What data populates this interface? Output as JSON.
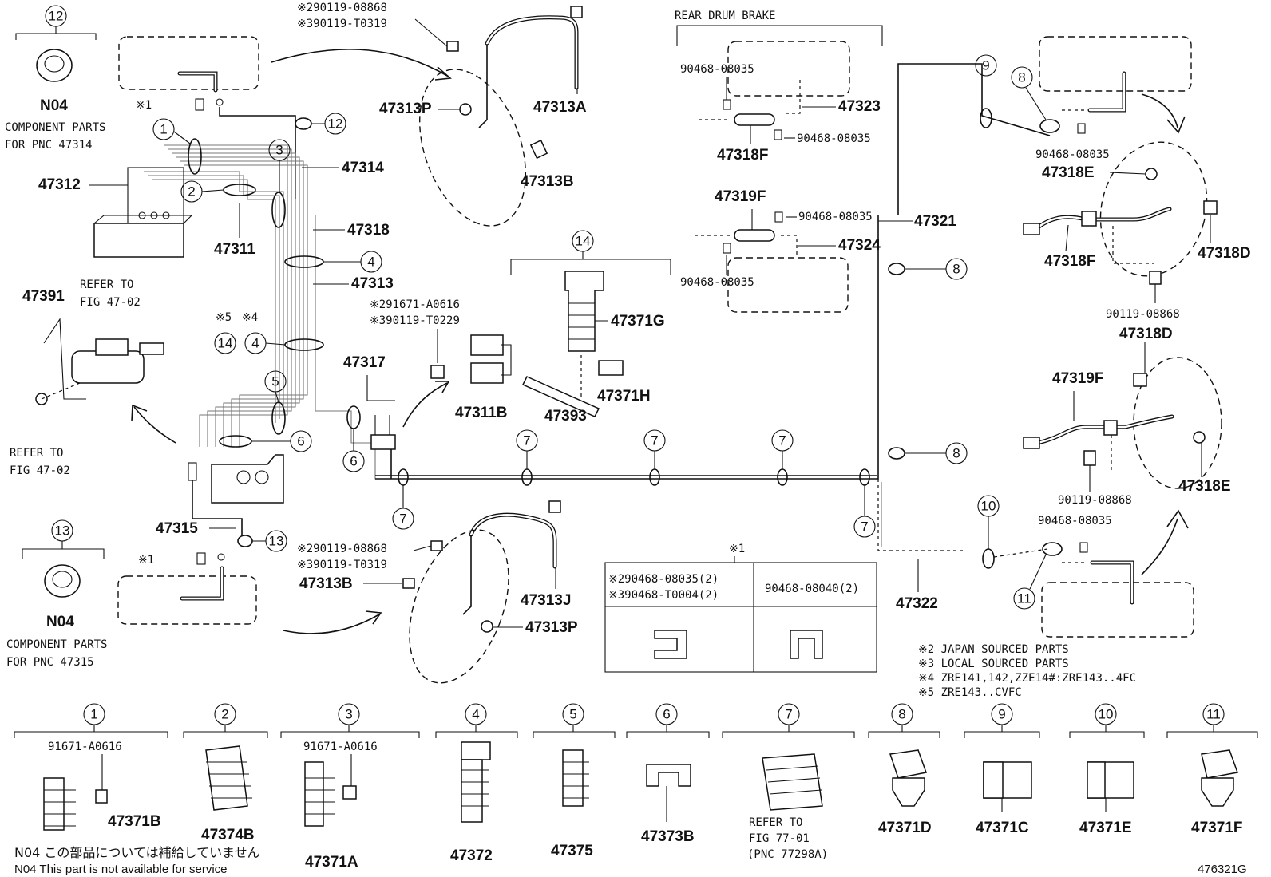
{
  "figure_code": "476321G",
  "callouts": {
    "c1": "1",
    "c2": "2",
    "c3": "3",
    "c4": "4",
    "c5": "5",
    "c6": "6",
    "c7": "7",
    "c8": "8",
    "c9": "9",
    "c10": "10",
    "c11": "11",
    "c12": "12",
    "c13": "13",
    "c14": "14"
  },
  "labels": {
    "n04": "N04",
    "component_parts": "COMPONENT PARTS",
    "for_pnc_47314": "FOR PNC 47314",
    "for_pnc_47315": "FOR PNC 47315",
    "refer_to": "REFER TO",
    "fig_47_02": "FIG 47-02",
    "fig_77_01": "FIG 77-01",
    "pnc_77298a": "(PNC 77298A)",
    "rear_drum_brake": "REAR DRUM BRAKE",
    "note1": "※1",
    "note5": "※5",
    "note4": "※4"
  },
  "parts": {
    "p47312": "47312",
    "p47311": "47311",
    "p47314": "47314",
    "p47318": "47318",
    "p47313": "47313",
    "p47317": "47317",
    "p47315": "47315",
    "p47391": "47391",
    "p47313P_a": "47313P",
    "p47313A": "47313A",
    "p47313B_a": "47313B",
    "p47313B_b": "47313B",
    "p47313J": "47313J",
    "p47313P_b": "47313P",
    "p47311B": "47311B",
    "p47371G": "47371G",
    "p47371H": "47371H",
    "p47393": "47393",
    "p47323": "47323",
    "p47318F_a": "47318F",
    "p47319F_a": "47319F",
    "p47324": "47324",
    "p47321": "47321",
    "p47322": "47322",
    "p47318E_a": "47318E",
    "p47318F_b": "47318F",
    "p47318D_a": "47318D",
    "p47318D_b": "47318D",
    "p47319F_b": "47319F",
    "p47318E_b": "47318E",
    "p47371B": "47371B",
    "p47374B": "47374B",
    "p47371A": "47371A",
    "p47372": "47372",
    "p47375": "47375",
    "p47373B": "47373B",
    "p47371D": "47371D",
    "p47371C": "47371C",
    "p47371E": "47371E",
    "p47371F": "47371F"
  },
  "bolts": {
    "top_left_1": "※290119-08868",
    "top_left_2": "※390119-T0319",
    "bottom_left_1": "※290119-08868",
    "bottom_left_2": "※390119-T0319",
    "clip14_1": "※291671-A0616",
    "clip14_2": "※390119-T0229",
    "drum_1": "90468-08035",
    "drum_2": "90468-08035",
    "drum_3": "90468-08035",
    "drum_4": "90468-08035",
    "right_1": "90468-08035",
    "right_2": "90119-08868",
    "right_3": "90119-08868",
    "right_4": "90468-08035",
    "sub1": "91671-A0616",
    "sub3": "91671-A0616"
  },
  "table": {
    "title": "※1",
    "col1_line1": "※290468-08035(2)",
    "col1_line2": "※390468-T0004(2)",
    "col2": "90468-08040(2)"
  },
  "notes": [
    "※2 JAPAN SOURCED PARTS",
    "※3 LOCAL SOURCED PARTS",
    "※4 ZRE141,142,ZZE14#:ZRE143..4FC",
    "※5 ZRE143..CVFC"
  ],
  "footnote_jp": "N04 この部品については補給していません",
  "footnote_en": "N04 This part is not available for service"
}
